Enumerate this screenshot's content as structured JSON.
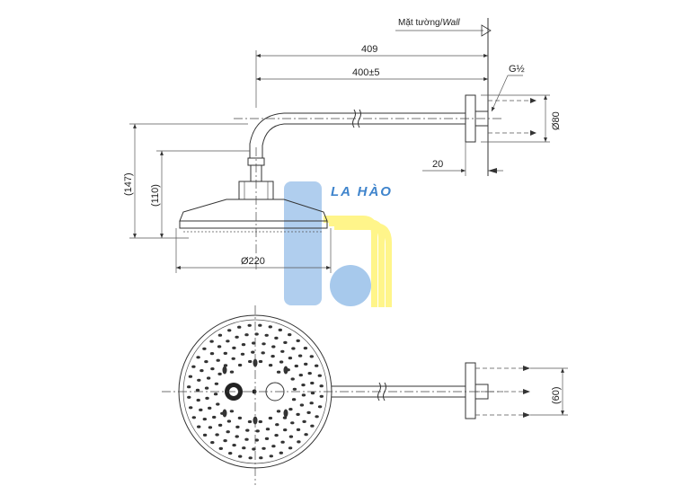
{
  "wall_label": "Mặt tường/",
  "wall_label_italic": "Wall",
  "logo_text": "LA HÀO",
  "colors": {
    "logo_blue": "#a7c9ec",
    "logo_yellow": "#fff58a",
    "logo_text": "#3f84cc",
    "line": "#333333"
  },
  "dimensions": {
    "total_length": "409",
    "arm_length": "400±5",
    "thread": "G½",
    "flange_diameter": "Ø80",
    "flange_depth": "20",
    "overall_height": "(147)",
    "head_height": "(110)",
    "head_diameter": "Ø220",
    "bottom_spacing": "(60)"
  }
}
